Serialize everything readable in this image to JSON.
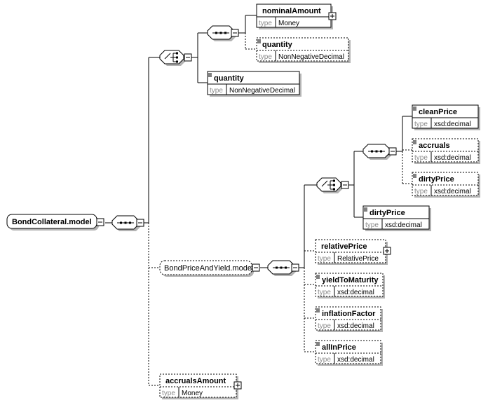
{
  "type_label": "type",
  "nodes": {
    "bond_collateral_model": {
      "label": "BondCollateral.model"
    },
    "nominal_amount": {
      "label": "nominalAmount",
      "type": "Money"
    },
    "quantity_optional": {
      "label": "quantity",
      "type": "NonNegativeDecimal"
    },
    "quantity": {
      "label": "quantity",
      "type": "NonNegativeDecimal"
    },
    "bond_price_and_yield_model": {
      "label": "BondPriceAndYield.model"
    },
    "clean_price": {
      "label": "cleanPrice",
      "type": "xsd:decimal"
    },
    "accruals": {
      "label": "accruals",
      "type": "xsd:decimal"
    },
    "dirty_price_optional": {
      "label": "dirtyPrice",
      "type": "xsd:decimal"
    },
    "dirty_price": {
      "label": "dirtyPrice",
      "type": "xsd:decimal"
    },
    "relative_price": {
      "label": "relativePrice",
      "type": "RelativePrice"
    },
    "yield_to_maturity": {
      "label": "yieldToMaturity",
      "type": "xsd:decimal"
    },
    "inflation_factor": {
      "label": "inflationFactor",
      "type": "xsd:decimal"
    },
    "all_in_price": {
      "label": "allInPrice",
      "type": "xsd:decimal"
    },
    "accruals_amount": {
      "label": "accrualsAmount",
      "type": "Money"
    }
  }
}
